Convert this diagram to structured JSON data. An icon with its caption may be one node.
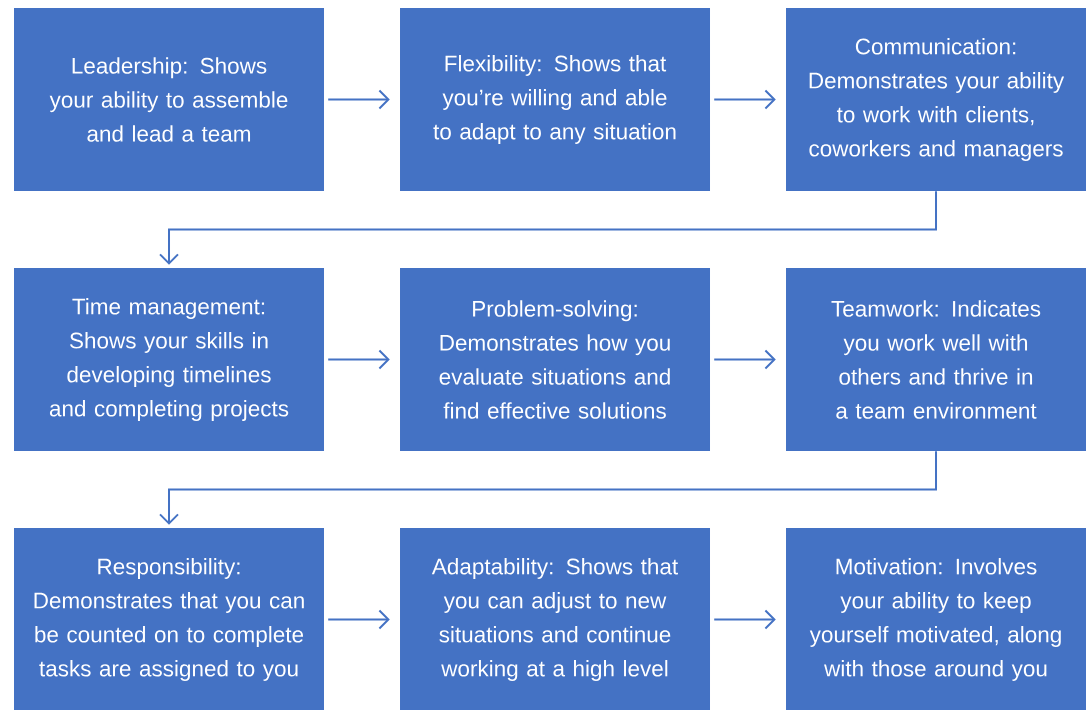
{
  "diagram": {
    "nodes": [
      {
        "text": [
          "Leadership: Shows your ability to assemble and lead a team"
        ]
      },
      {
        "text": [
          "Flexibility: Shows that you’re willing and able to adapt to any situation"
        ]
      },
      {
        "text": [
          "Communication: Demonstrates your ability to work with clients, coworkers and managers"
        ]
      },
      {
        "text": [
          "Time management: Shows your skills in developing timelines and completing projects"
        ]
      },
      {
        "text": [
          "Problem-solving: Demonstrates how you evaluate situations and find effective solutions"
        ]
      },
      {
        "text": [
          "Teamwork: Indicates you work well with others and thrive in a team environment"
        ]
      },
      {
        "text": [
          "Responsibility: Demonstrates that you can be counted on to complete tasks are assigned to you"
        ]
      },
      {
        "text": [
          "Adaptability: Shows that you can adjust to new situations and continue working at a high level"
        ]
      },
      {
        "text": [
          "Motivation: Involves your ability to keep yourself motivated, along with those around you"
        ]
      }
    ],
    "edges": [
      {
        "from": 0,
        "to": 1,
        "arrow": "to"
      },
      {
        "from": 1,
        "to": 2,
        "arrow": "to"
      },
      {
        "from": 2,
        "to": 3,
        "arrow": "to"
      },
      {
        "from": 3,
        "to": 4,
        "arrow": "to"
      },
      {
        "from": 4,
        "to": 5,
        "arrow": "to"
      },
      {
        "from": 5,
        "to": 6,
        "arrow": "to"
      },
      {
        "from": 6,
        "to": 7,
        "arrow": "to"
      },
      {
        "from": 7,
        "to": 8,
        "arrow": "to"
      }
    ]
  }
}
